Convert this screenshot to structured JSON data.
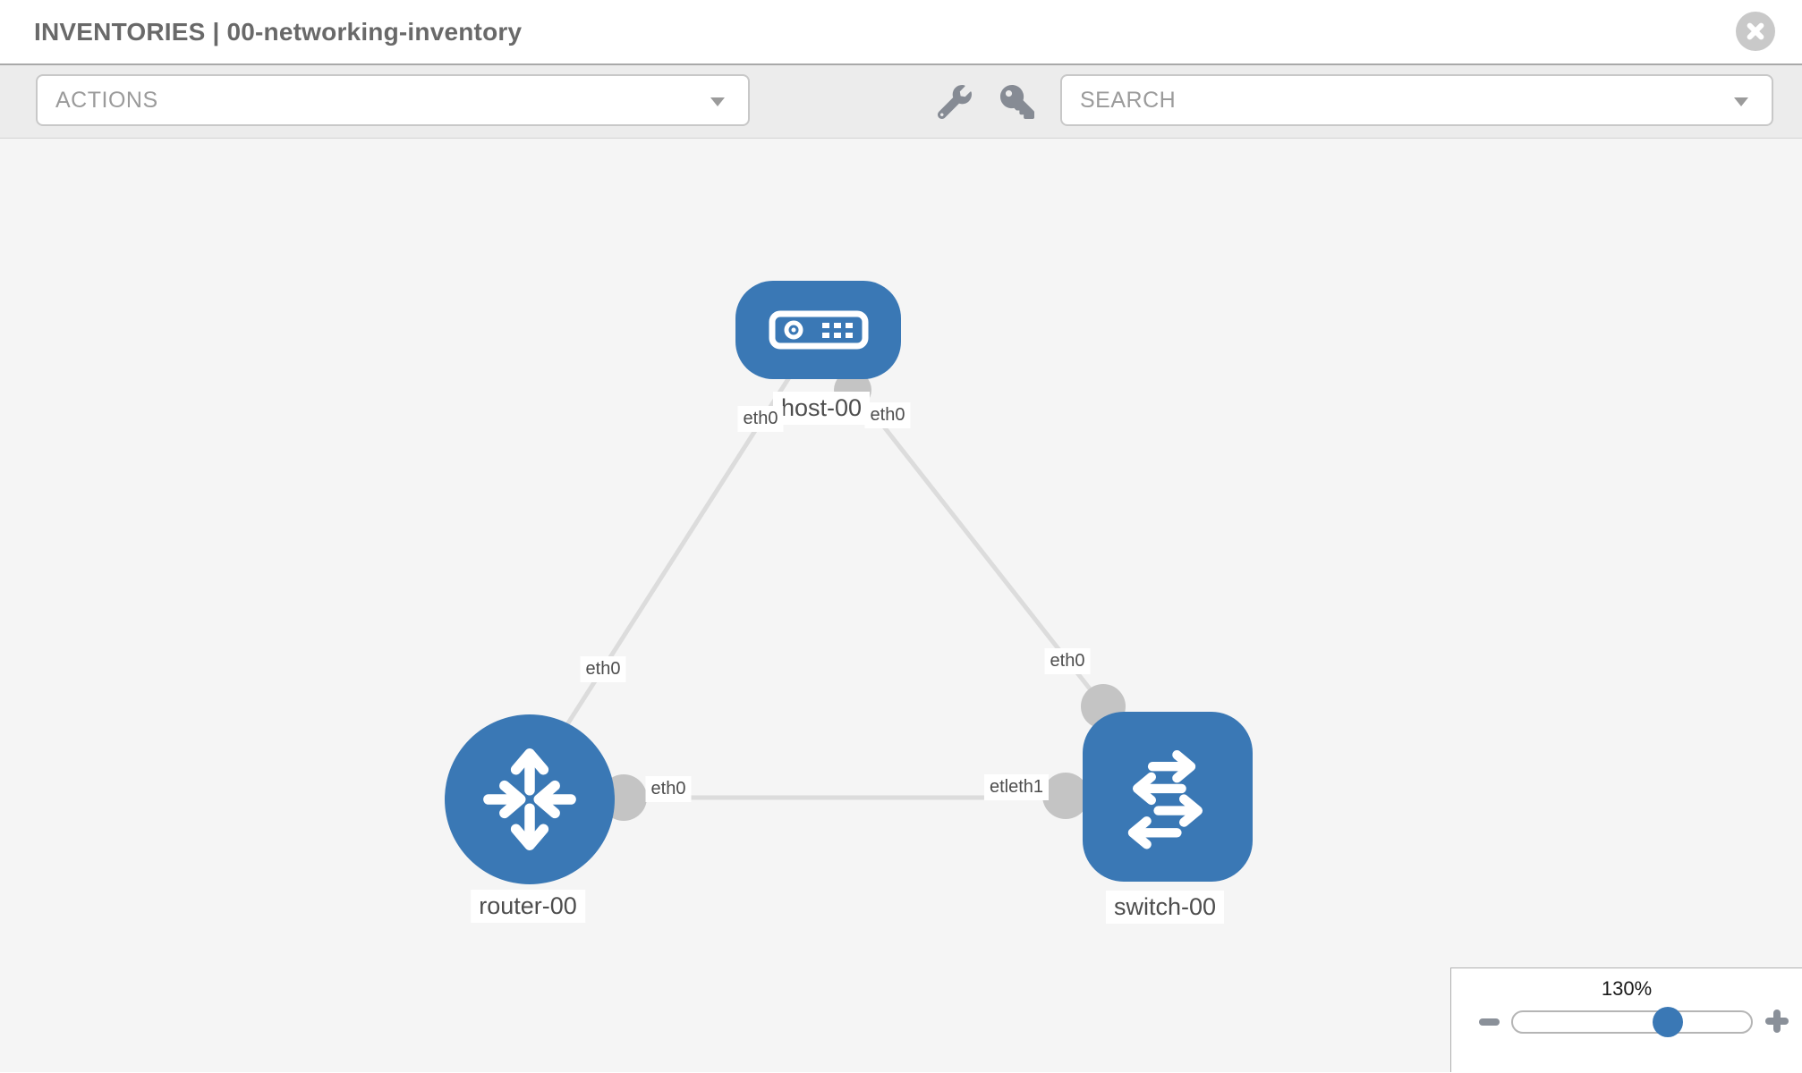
{
  "header": {
    "title": "INVENTORIES | 00-networking-inventory",
    "close_icon": "x-circle-icon"
  },
  "toolbar": {
    "actions_dropdown": {
      "label": "ACTIONS",
      "caret_icon": "chevron-down-icon"
    },
    "wrench_icon": "wrench-icon",
    "key_icon": "key-icon",
    "search_dropdown": {
      "label": "SEARCH",
      "caret_icon": "chevron-down-icon"
    }
  },
  "topology": {
    "nodes": [
      {
        "name": "host-00",
        "type": "host",
        "icon": "host-server-icon"
      },
      {
        "name": "router-00",
        "type": "router",
        "icon": "router-arrows-icon"
      },
      {
        "name": "switch-00",
        "type": "switch",
        "icon": "switch-arrows-icon"
      }
    ],
    "links": [
      {
        "from": "host-00",
        "to": "router-00",
        "from_label": "eth0",
        "to_label": "eth0"
      },
      {
        "from": "host-00",
        "to": "switch-00",
        "from_label": "eth0",
        "to_label": "eth0"
      },
      {
        "from": "router-00",
        "to": "switch-00",
        "from_label": "eth0",
        "to_label": "etleth1"
      }
    ],
    "canvas_labels": {
      "host_label": "host-00",
      "router_label": "router-00",
      "switch_label": "switch-00",
      "eth_host_left": "eth0",
      "eth_host_right": "eth0",
      "eth_router_top": "eth0",
      "eth_switch_top": "eth0",
      "eth_router_right": "eth0",
      "eth_switch_left": "etleth1"
    }
  },
  "zoom_control": {
    "level": "130%",
    "minus_icon": "zoom-out-icon",
    "plus_icon": "zoom-in-icon"
  },
  "colors": {
    "node_blue": "#3a78b5",
    "canvas_bg": "#f5f5f5",
    "toolbar_bg": "#ececec",
    "link_gray": "#dcdcdc",
    "port_gray": "#c4c4c4",
    "muted_text": "#9b9b9b"
  }
}
